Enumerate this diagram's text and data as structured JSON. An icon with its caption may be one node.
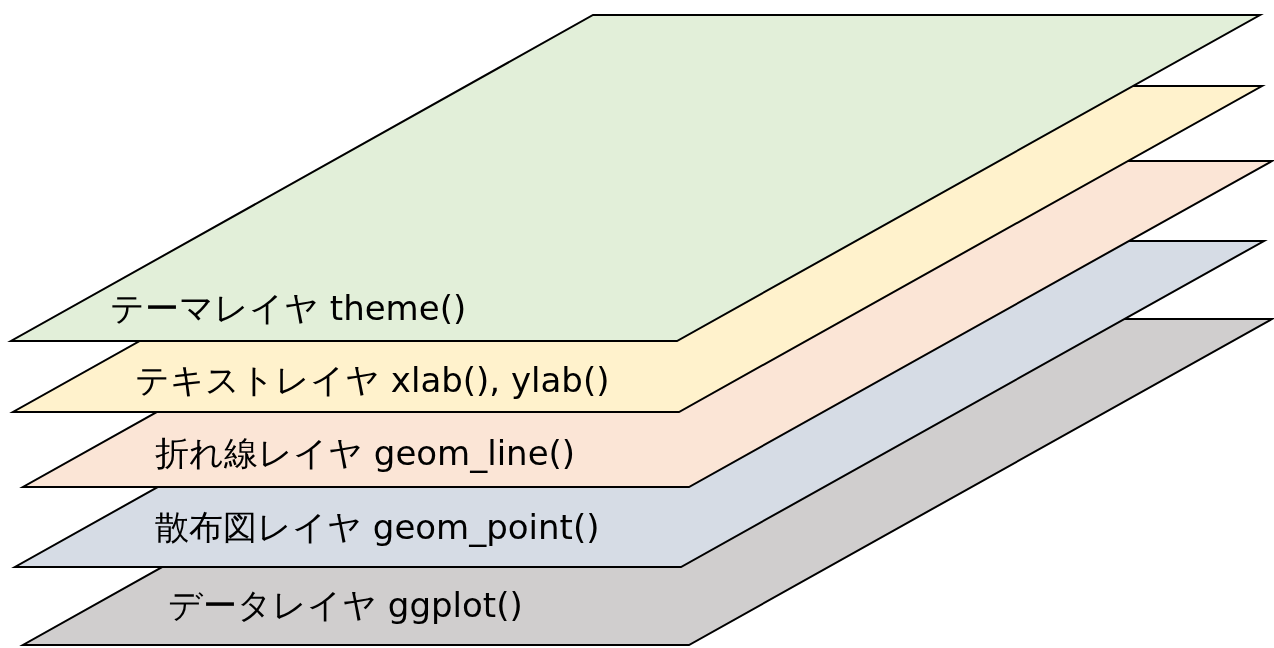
{
  "diagram": {
    "nodes": [
      {
        "text": [
          "テーマレイヤ theme()"
        ]
      },
      {
        "text": [
          "テキストレイヤ xlab(), ylab()"
        ]
      },
      {
        "text": [
          "折れ線レイヤ geom_line()"
        ]
      },
      {
        "text": [
          "散布図レイヤ geom_point()"
        ]
      },
      {
        "text": [
          "データレイヤ ggplot()"
        ]
      }
    ]
  }
}
